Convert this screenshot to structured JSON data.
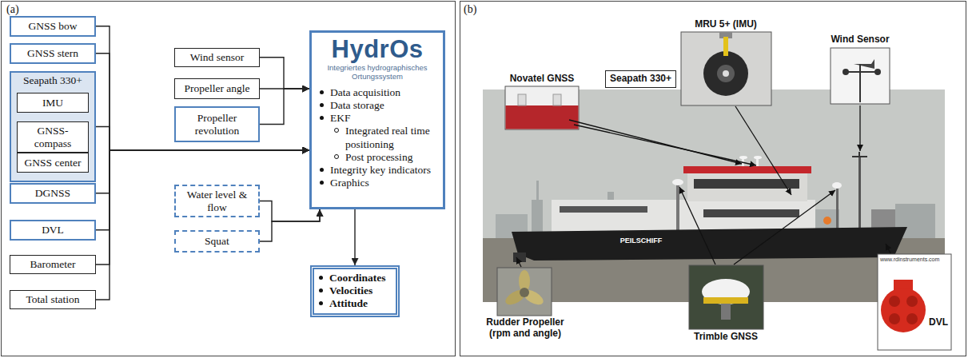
{
  "diagram": {
    "nodes": [
      {
        "text": [
          "GNSS bow"
        ]
      },
      {
        "text": [
          "GNSS stern"
        ]
      },
      {
        "text": [
          "Seapath 330+"
        ]
      },
      {
        "text": [
          "IMU"
        ],
        "in": 2
      },
      {
        "text": [
          "GNSS-compass"
        ],
        "in": 2
      },
      {
        "text": [
          "GNSS center"
        ],
        "in": 2
      },
      {
        "text": [
          "DGNSS"
        ]
      },
      {
        "text": [
          "DVL"
        ]
      },
      {
        "text": [
          "Barometer"
        ]
      },
      {
        "text": [
          "Total station"
        ]
      },
      {
        "text": [
          "Wind sensor"
        ]
      },
      {
        "text": [
          "Propeller angle"
        ]
      },
      {
        "text": [
          "Propeller revolution"
        ]
      },
      {
        "text": [
          "Water level & flow"
        ]
      },
      {
        "text": [
          "Squat"
        ]
      },
      {
        "text": [
          "HydrOs",
          "Integriertes hydrographisches Ortungssystem",
          "Data acquisition",
          "Data storage",
          "EKF",
          "Integrated real time positioning",
          "Post processing",
          "Integrity key indicators",
          "Graphics"
        ]
      },
      {
        "text": [
          "Coordinates",
          "Velocities",
          "Attitude"
        ]
      },
      {
        "text": [
          "Seapath 330+"
        ]
      }
    ],
    "edges": [
      {
        "from": 0,
        "to": 15,
        "arrow": "to"
      },
      {
        "from": 1,
        "to": 15,
        "arrow": "to"
      },
      {
        "from": 2,
        "to": 15,
        "arrow": "to"
      },
      {
        "from": 6,
        "to": 15,
        "arrow": "to"
      },
      {
        "from": 7,
        "to": 15,
        "arrow": "to"
      },
      {
        "from": 8,
        "to": 15,
        "arrow": "to"
      },
      {
        "from": 9,
        "to": 15,
        "arrow": "to"
      },
      {
        "from": 10,
        "to": 15,
        "arrow": "to"
      },
      {
        "from": 11,
        "to": 15,
        "arrow": "to"
      },
      {
        "from": 12,
        "to": 15,
        "arrow": "to"
      },
      {
        "from": 13,
        "to": 15,
        "arrow": "to"
      },
      {
        "from": 14,
        "to": 15,
        "arrow": "to"
      },
      {
        "from": 15,
        "to": 16,
        "arrow": "to"
      }
    ],
    "labels": [
      "(a)",
      "(b)",
      "Novatel GNSS",
      "MRU 5+ (IMU)",
      "Wind Sensor",
      "Rudder Propeller (rpm and angle)",
      "Trimble GNSS",
      "DVL",
      "www.rdinstruments.com",
      "PEILSCHIFF"
    ]
  }
}
